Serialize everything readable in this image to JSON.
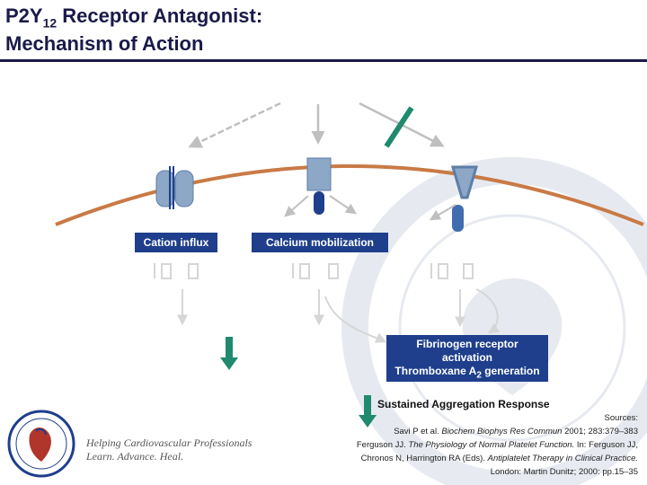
{
  "slide": {
    "title": {
      "prefix": "P2Y",
      "subscript": "12",
      "suffix": " Receptor Antagonist:",
      "line2": "Mechanism of Action"
    },
    "boxes": {
      "cation_influx": "Cation influx",
      "calcium_mobilization": "Calcium mobilization",
      "fibrinogen_line1": "Fibrinogen receptor",
      "fibrinogen_line2": "activation",
      "thromboxane_prefix": "Thromboxane A",
      "thromboxane_sub": "2",
      "thromboxane_suffix": " generation"
    },
    "sustained_response": "Sustained Aggregation Response",
    "sources": {
      "heading": "Sources:",
      "ref1_authors": "Savi P et al. ",
      "ref1_journal": "Biochem Biophys Res Commun",
      "ref1_rest": " 2001; 283:379–383",
      "ref2_authors": "Ferguson JJ. ",
      "ref2_title": "The Physiology of Normal Platelet Function.",
      "ref2_rest": " In: Ferguson JJ,",
      "ref2_line2_part1": "Chronos N, Harrington RA (Eds). ",
      "ref2_line2_book": "Antiplatelet Therapy in Clinical Practice.",
      "ref2_line3": "London: Martin Dunitz; 2000: pp.15–35"
    },
    "footer": {
      "tagline_line1": "Helping Cardiovascular Professionals",
      "tagline_line2": "Learn. Advance. Heal."
    },
    "colors": {
      "title": "#1a1a4a",
      "box": "#1f3f8c",
      "membrane": "#c97a45",
      "arrow_green": "#1f8a6e",
      "receptor": "#8da7c7"
    }
  }
}
